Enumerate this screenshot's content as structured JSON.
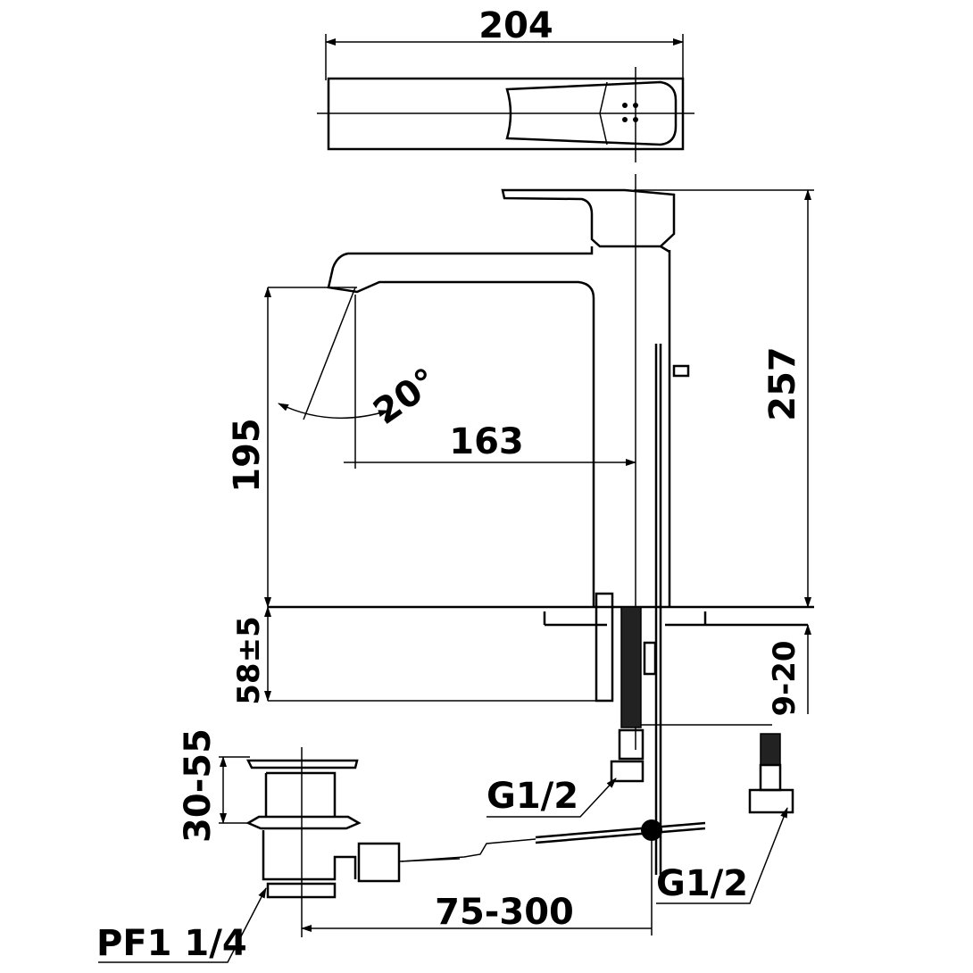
{
  "dimensions": {
    "total_length": "204",
    "total_height": "257",
    "spout_height": "195",
    "spout_reach": "163",
    "spout_angle": "20°",
    "mounting_depth": "58±5",
    "countertop_thickness": "9-20",
    "popup_height": "30-55",
    "drain_rod_length": "75-300"
  },
  "connections": {
    "hose_connection_left": "G1/2",
    "hose_connection_right": "G1/2",
    "drain_thread": "PF1 1/4"
  }
}
